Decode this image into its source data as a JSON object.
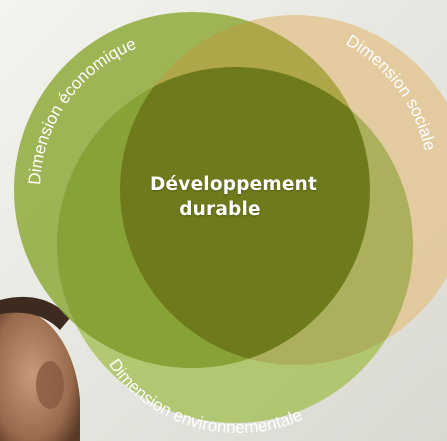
{
  "diagram": {
    "center_label": {
      "line1": "Développement",
      "line2": "durable"
    },
    "circles": [
      {
        "name": "economic",
        "label": "Dimension économique",
        "color": "#8faa3b"
      },
      {
        "name": "social",
        "label": "Dimension sociale",
        "color": "#e3c794"
      },
      {
        "name": "environmental",
        "label": "Dimension environnementale",
        "color": "#a6c15a"
      }
    ],
    "intersection_color": "#6f7a1c"
  }
}
